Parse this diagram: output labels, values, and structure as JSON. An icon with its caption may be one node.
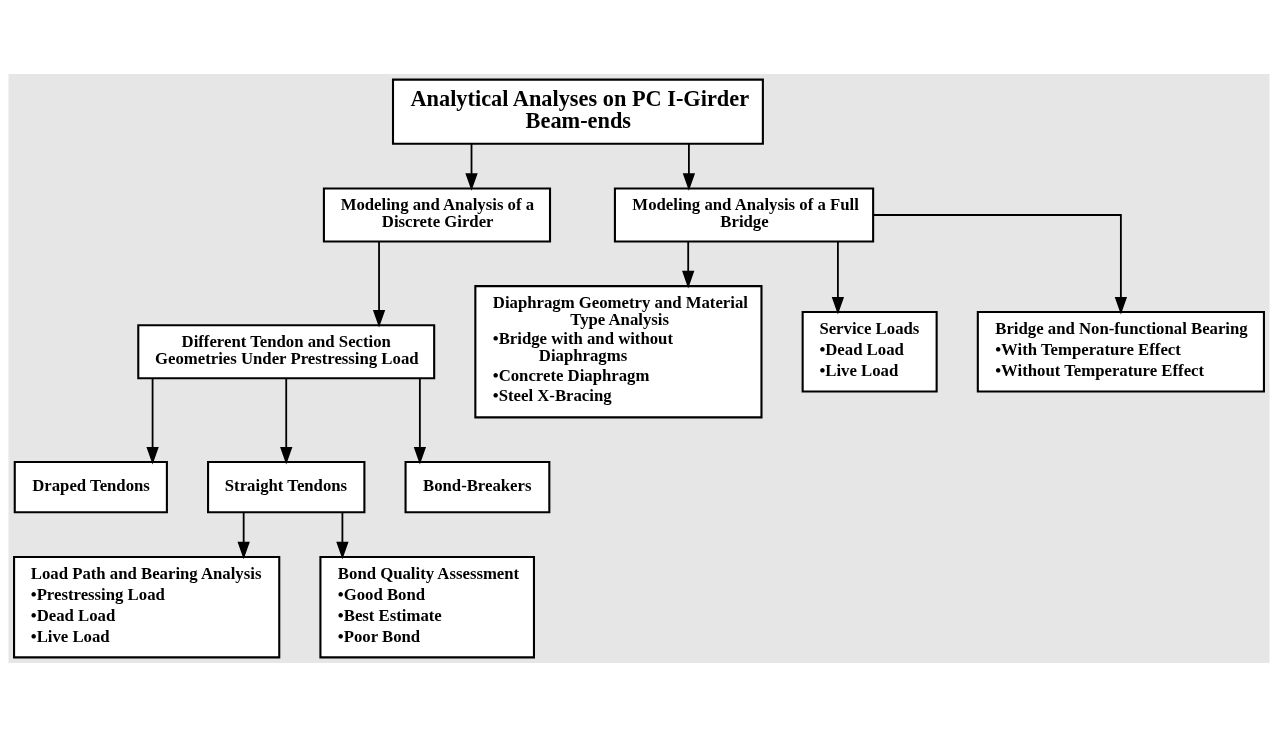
{
  "diagram": {
    "nodes": [
      {
        "text": [
          "Analytical Analyses on PC I-Girder Beam-ends"
        ]
      },
      {
        "text": [
          "Modeling and Analysis of a Discrete Girder"
        ]
      },
      {
        "text": [
          "Modeling and Analysis of a Full Bridge"
        ]
      },
      {
        "text": [
          "Different Tendon and Section Geometries Under Prestressing Load"
        ]
      },
      {
        "text": [
          "Diaphragm Geometry and Material Type Analysis",
          "•Bridge with and without Diaphragms",
          "•Concrete Diaphragm",
          "•Steel X-Bracing"
        ]
      },
      {
        "text": [
          "Service Loads",
          "•Dead Load",
          "•Live Load"
        ]
      },
      {
        "text": [
          "Draped Tendons"
        ]
      },
      {
        "text": [
          "Straight Tendons"
        ]
      },
      {
        "text": [
          "Bond-Breakers"
        ]
      },
      {
        "text": [
          "Bridge and Non-functional Bearing",
          "•With Temperature Effect",
          "•Without Temperature Effect"
        ]
      },
      {
        "text": [
          "Load Path and Bearing Analysis",
          "•Prestressing Load",
          "•Dead Load",
          "•Live Load"
        ]
      },
      {
        "text": [
          "Bond Quality Assessment",
          "•Good Bond",
          "•Best Estimate",
          "•Poor Bond"
        ]
      }
    ],
    "edges": [
      {
        "from": 0,
        "to": 1,
        "arrow": "to"
      },
      {
        "from": 0,
        "to": 2,
        "arrow": "to"
      },
      {
        "from": 1,
        "to": 3,
        "arrow": "to"
      },
      {
        "from": 2,
        "to": 4,
        "arrow": "to"
      },
      {
        "from": 2,
        "to": 5,
        "arrow": "to"
      },
      {
        "from": 2,
        "to": 9,
        "arrow": "to"
      },
      {
        "from": 3,
        "to": 6,
        "arrow": "to"
      },
      {
        "from": 3,
        "to": 7,
        "arrow": "to"
      },
      {
        "from": 3,
        "to": 8,
        "arrow": "to"
      },
      {
        "from": 7,
        "to": 10,
        "arrow": "to"
      },
      {
        "from": 7,
        "to": 11,
        "arrow": "to"
      }
    ]
  }
}
